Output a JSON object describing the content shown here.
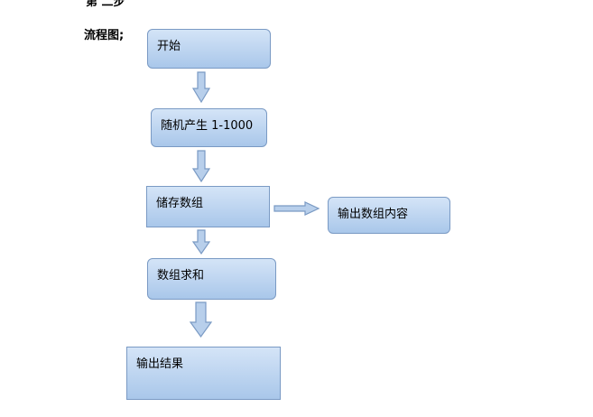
{
  "header": {
    "partial_top": "第 二步",
    "title": "流程图;"
  },
  "nodes": {
    "start": "开始",
    "generate": "随机产生 1-1000",
    "store": "储存数组",
    "output_array": "输出数组内容",
    "sum": "数组求和",
    "output_result": "输出结果"
  },
  "colors": {
    "box_fill_top": "#d4e4f7",
    "box_fill_bottom": "#a9c7ea",
    "box_border": "#7a9ac4",
    "arrow_fill": "#b8cfeb",
    "arrow_stroke": "#7a9ac4"
  }
}
